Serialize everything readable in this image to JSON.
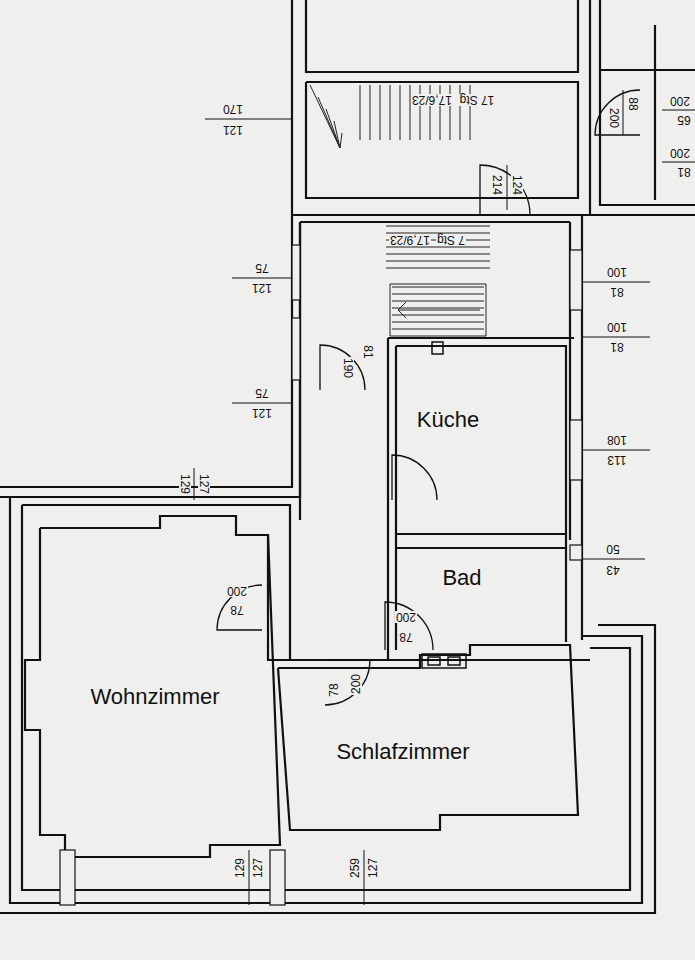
{
  "diagram": {
    "nodes": [
      {
        "text": [
          "Küche"
        ]
      },
      {
        "text": [
          "Bad"
        ]
      },
      {
        "text": [
          "Wohnzimmer"
        ]
      },
      {
        "text": [
          "Schlafzimmer"
        ]
      }
    ],
    "labels": [
      "170",
      "121",
      "17 Stg",
      "17,6/23",
      "214",
      "124",
      "200",
      "88",
      "200",
      "65",
      "200",
      "81",
      "7 Stg",
      "17,9/23",
      "100",
      "81",
      "100",
      "81",
      "108",
      "113",
      "50",
      "43",
      "75",
      "121",
      "75",
      "121",
      "190",
      "81",
      "129",
      "127",
      "200",
      "78",
      "200",
      "78",
      "78",
      "200",
      "129",
      "127",
      "259",
      "127"
    ]
  }
}
